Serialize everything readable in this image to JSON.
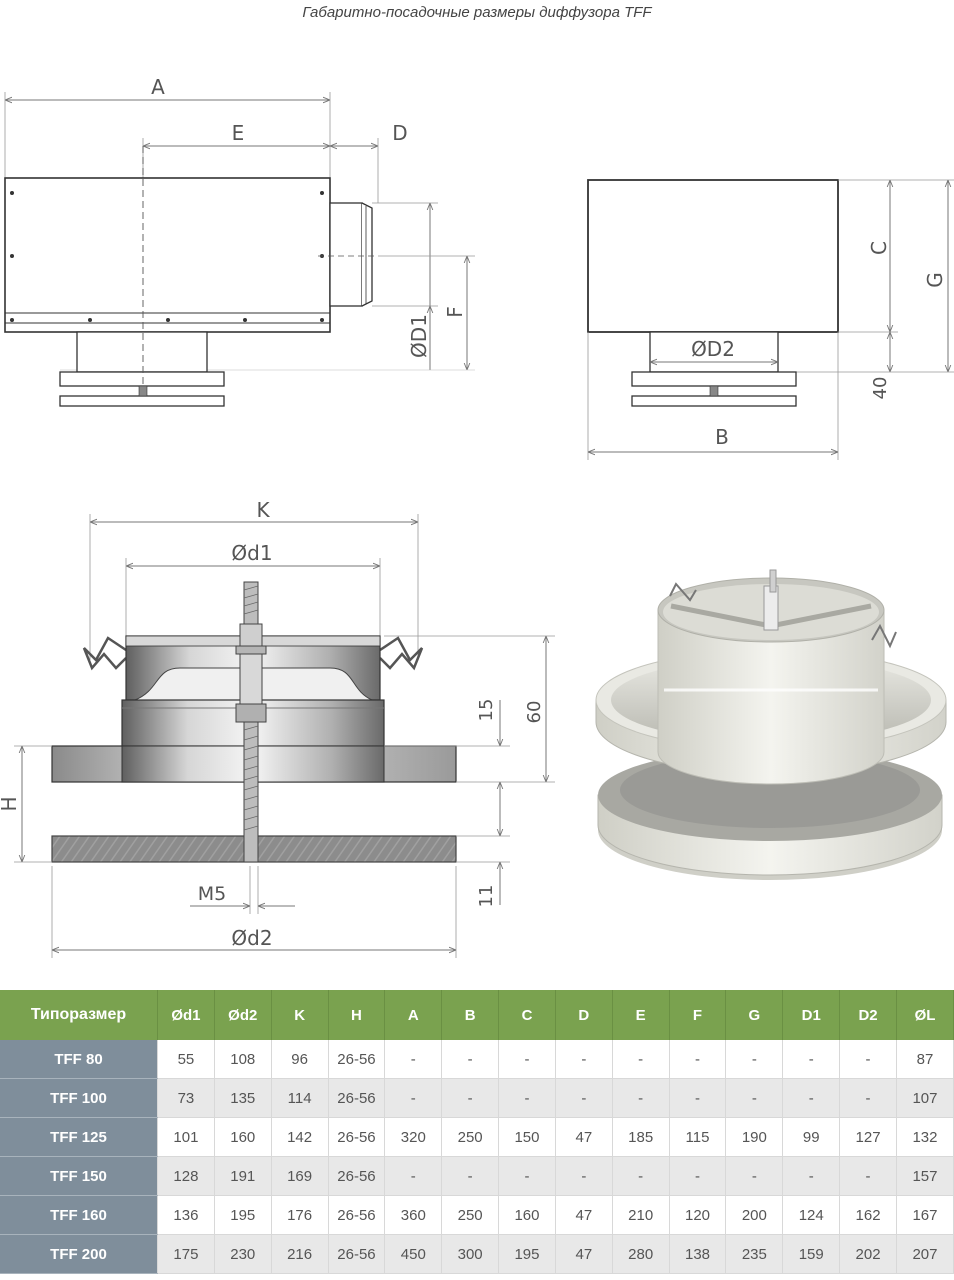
{
  "page": {
    "title": "Габаритно-посадочные размеры диффузора TFF"
  },
  "drawing_labels": {
    "A": "A",
    "E": "E",
    "D": "D",
    "D1": "ØD1",
    "F": "F",
    "C": "C",
    "G": "G",
    "D2": "ØD2",
    "dim40": "40",
    "B": "B",
    "K": "K",
    "d1": "Ød1",
    "dim15": "15",
    "dim60": "60",
    "H": "H",
    "M5": "M5",
    "dim11": "11",
    "d2": "Ød2"
  },
  "table": {
    "headers": [
      "Типоразмер",
      "Ød1",
      "Ød2",
      "K",
      "H",
      "A",
      "B",
      "C",
      "D",
      "E",
      "F",
      "G",
      "D1",
      "D2",
      "ØL"
    ],
    "rows": [
      [
        "TFF 80",
        "55",
        "108",
        "96",
        "26-56",
        "-",
        "-",
        "-",
        "-",
        "-",
        "-",
        "-",
        "-",
        "-",
        "87"
      ],
      [
        "TFF 100",
        "73",
        "135",
        "114",
        "26-56",
        "-",
        "-",
        "-",
        "-",
        "-",
        "-",
        "-",
        "-",
        "-",
        "107"
      ],
      [
        "TFF 125",
        "101",
        "160",
        "142",
        "26-56",
        "320",
        "250",
        "150",
        "47",
        "185",
        "115",
        "190",
        "99",
        "127",
        "132"
      ],
      [
        "TFF 150",
        "128",
        "191",
        "169",
        "26-56",
        "-",
        "-",
        "-",
        "-",
        "-",
        "-",
        "-",
        "-",
        "-",
        "157"
      ],
      [
        "TFF 160",
        "136",
        "195",
        "176",
        "26-56",
        "360",
        "250",
        "160",
        "47",
        "210",
        "120",
        "200",
        "124",
        "162",
        "167"
      ],
      [
        "TFF 200",
        "175",
        "230",
        "216",
        "26-56",
        "450",
        "300",
        "195",
        "47",
        "280",
        "138",
        "235",
        "159",
        "202",
        "207"
      ]
    ]
  }
}
